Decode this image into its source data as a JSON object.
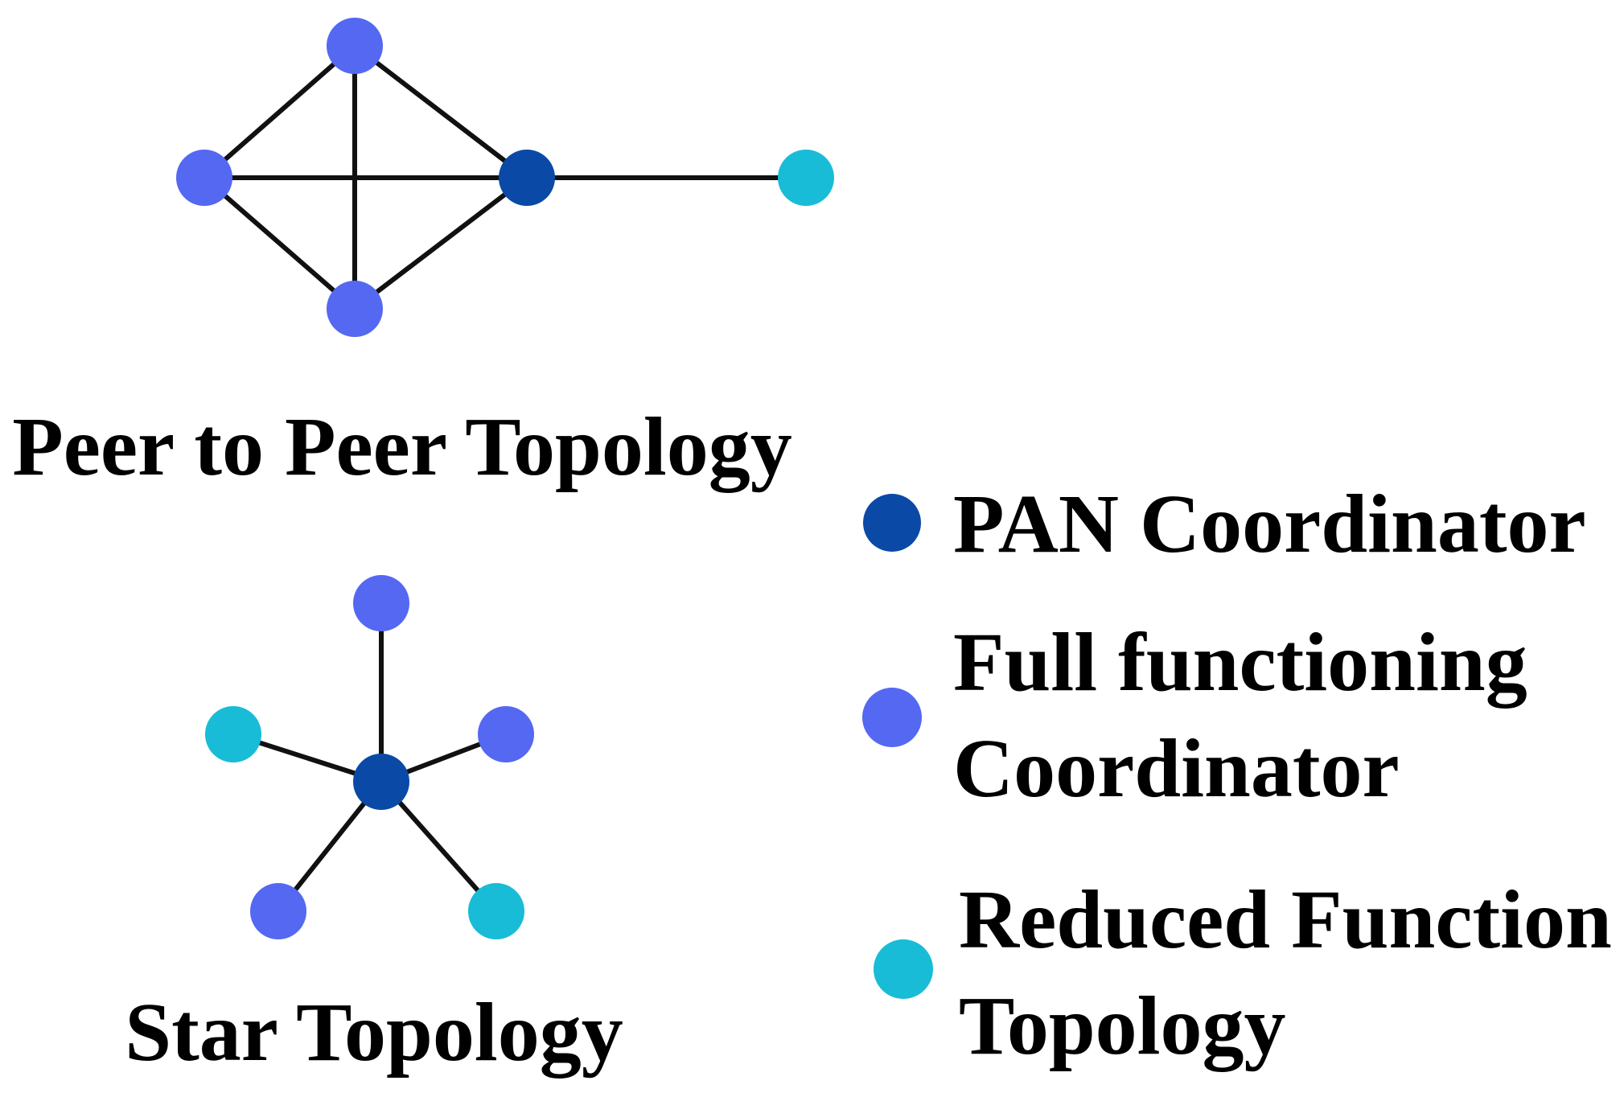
{
  "colors": {
    "pan_coordinator": "#0a4aa6",
    "full_function": "#5468f2",
    "reduced_function": "#18bcd6",
    "edge": "#111111"
  },
  "captions": {
    "peer_to_peer": "Peer to Peer Topology",
    "star": "Star Topology"
  },
  "legend": {
    "pan": "PAN Coordinator",
    "full_line1": "Full functioning",
    "full_line2": "Coordinator",
    "reduced_line1": "Reduced Function",
    "reduced_line2": "Topology"
  },
  "peer_to_peer": {
    "nodes": [
      {
        "id": "p-top",
        "type": "full_function"
      },
      {
        "id": "p-left",
        "type": "full_function"
      },
      {
        "id": "p-bottom",
        "type": "full_function"
      },
      {
        "id": "p-center",
        "type": "pan_coordinator"
      },
      {
        "id": "p-right",
        "type": "reduced_function"
      }
    ],
    "edges": [
      [
        "p-top",
        "p-left"
      ],
      [
        "p-top",
        "p-center"
      ],
      [
        "p-top",
        "p-bottom"
      ],
      [
        "p-left",
        "p-center"
      ],
      [
        "p-left",
        "p-bottom"
      ],
      [
        "p-bottom",
        "p-center"
      ],
      [
        "p-center",
        "p-right"
      ]
    ]
  },
  "star": {
    "nodes": [
      {
        "id": "s-center",
        "type": "pan_coordinator"
      },
      {
        "id": "s-top",
        "type": "full_function"
      },
      {
        "id": "s-left",
        "type": "reduced_function"
      },
      {
        "id": "s-right",
        "type": "full_function"
      },
      {
        "id": "s-bottom-left",
        "type": "full_function"
      },
      {
        "id": "s-bottom-right",
        "type": "reduced_function"
      }
    ],
    "edges": [
      [
        "s-center",
        "s-top"
      ],
      [
        "s-center",
        "s-left"
      ],
      [
        "s-center",
        "s-right"
      ],
      [
        "s-center",
        "s-bottom-left"
      ],
      [
        "s-center",
        "s-bottom-right"
      ]
    ]
  }
}
